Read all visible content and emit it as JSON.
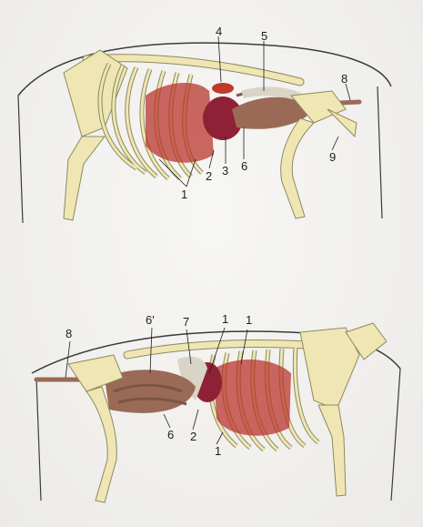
{
  "top_figure": {
    "labels": {
      "l1": "1",
      "l2": "2",
      "l3": "3",
      "l4": "4",
      "l5": "5",
      "l6": "6",
      "l8": "8",
      "l9": "9"
    }
  },
  "bottom_figure": {
    "labels": {
      "l8": "8",
      "l6p": "6′",
      "l7": "7",
      "l1a": "1",
      "l1b": "1",
      "l1c": "1",
      "l2": "2",
      "l6": "6"
    }
  },
  "colors": {
    "bone": "#efe6b4",
    "bone_outline": "#8c8a5e",
    "lung_red": "#b8352e",
    "heart": "#8e2136",
    "intestine": "#9a6a56",
    "body_outline": "#3b3b3b"
  }
}
